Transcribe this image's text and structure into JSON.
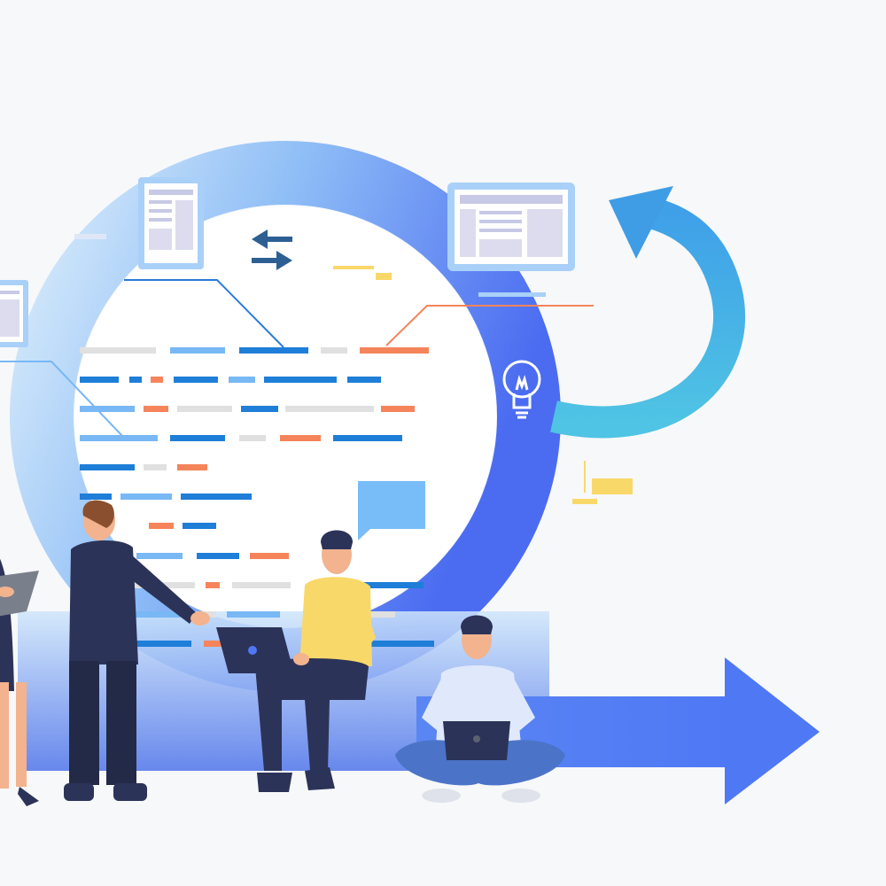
{
  "illustration": {
    "subject": "agile-development-cycle",
    "icons": [
      "document-icon",
      "swap-arrows-icon",
      "monitor-icon",
      "laptop-icon",
      "lightbulb-icon",
      "speech-bubble-icon",
      "cycle-arrow-icon",
      "forward-arrow-icon"
    ],
    "people": [
      "woman-with-tablet",
      "man-in-suit-pointing",
      "man-in-yellow-with-laptop",
      "man-sitting-cross-legged-with-laptop"
    ],
    "colors": {
      "background": "#f7f8fa",
      "ring_light": "#c9e4fb",
      "ring_dark": "#4d6ef2",
      "cycle_arrow": "#3fa8e6",
      "code_blue": "#1e7ed8",
      "code_light_blue": "#78b8f4",
      "code_grey": "#e0e0e0",
      "code_orange": "#f5845b",
      "accent_yellow": "#f9d86a",
      "navy": "#2c3358"
    }
  }
}
